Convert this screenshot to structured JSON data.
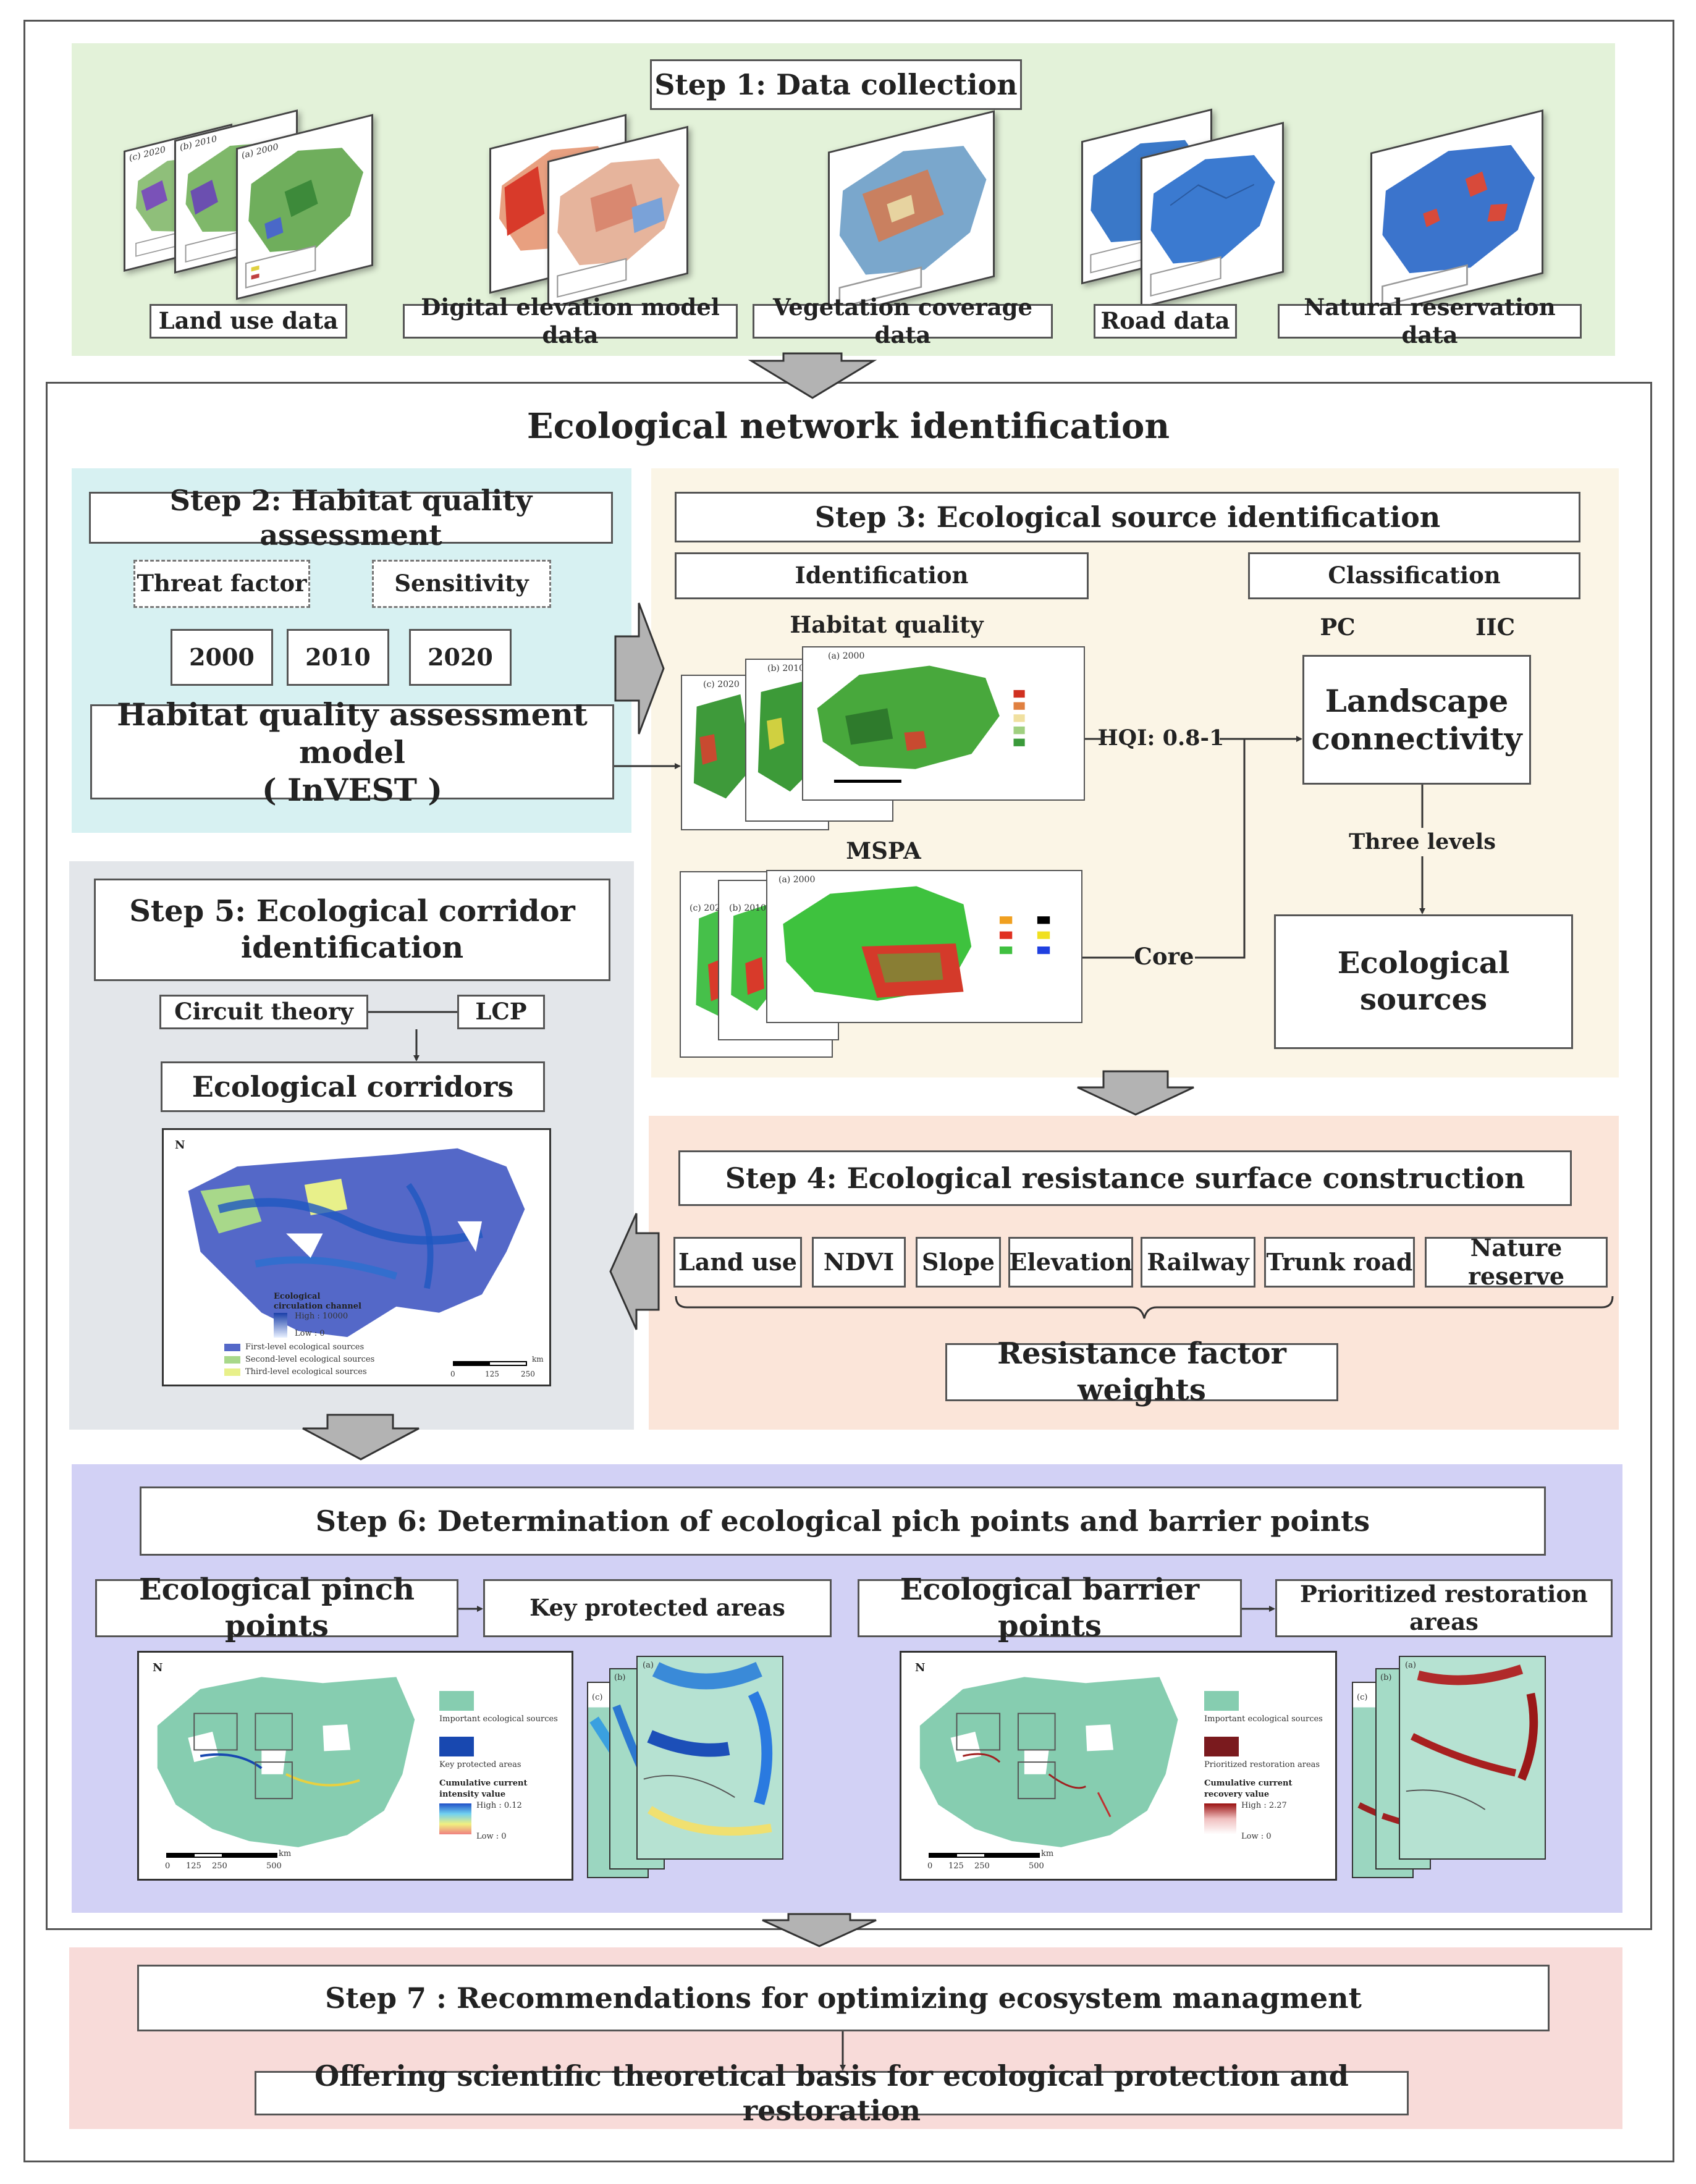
{
  "step1": {
    "title": "Step 1: Data collection",
    "items": [
      {
        "label": "Land use data",
        "map_labels": [
          "(c) 2020",
          "(b) 2010",
          "(a) 2000"
        ]
      },
      {
        "label": "Digital elevation model data"
      },
      {
        "label": "Vegetation coverage data"
      },
      {
        "label": "Road data"
      },
      {
        "label": "Natural reservation data"
      }
    ]
  },
  "network": {
    "title": "Ecological network identification"
  },
  "step2": {
    "title": "Step 2: Habitat quality assessment",
    "threat": "Threat factor",
    "sensitivity": "Sensitivity",
    "years": [
      "2000",
      "2010",
      "2020"
    ],
    "model_line1": "Habitat quality assessment model",
    "model_line2": "( InVEST )"
  },
  "step3": {
    "title": "Step 3: Ecological source identification",
    "identification": "Identification",
    "classification": "Classification",
    "habitat_quality": "Habitat quality",
    "hqi": "HQI: 0.8-1",
    "mspa": "MSPA",
    "core": "Core",
    "pc": "PC",
    "iic": "IIC",
    "landscape_line1": "Landscape",
    "landscape_line2": "connectivity",
    "three_levels": "Three levels",
    "eco_sources": "Ecological sources",
    "hq_map_labels": [
      "(c) 2020",
      "(b) 2010",
      "(a) 2000"
    ],
    "mspa_map_labels": [
      "(c) 2020",
      "(b) 2010",
      "(a) 2000"
    ]
  },
  "step4": {
    "title": "Step 4:  Ecological resistance surface construction",
    "factors": [
      "Land use",
      "NDVI",
      "Slope",
      "Elevation",
      "Railway",
      "Trunk road",
      "Nature reserve"
    ],
    "weights": "Resistance factor weights"
  },
  "step5": {
    "title_line1": "Step 5: Ecological corridor",
    "title_line2": "identification",
    "circuit": "Circuit theory",
    "lcp": "LCP",
    "corridors": "Ecological corridors",
    "map": {
      "north": "N",
      "legend_title_1": "Ecological",
      "legend_title_2": "circulation channel",
      "high": "High : 10000",
      "low": "Low : 0",
      "first": "First-level ecological sources",
      "second": "Second-level ecological sources",
      "third": "Third-level ecological sources",
      "scale_ticks": [
        "0",
        "125",
        "250"
      ],
      "scale_unit": "km"
    }
  },
  "step6": {
    "title": "Step 6: Determination of ecological pich points and barrier points",
    "pinch": "Ecological pinch points",
    "key_areas": "Key protected areas",
    "barrier": "Ecological barrier points",
    "restoration": "Prioritized restoration areas",
    "pinch_map": {
      "north": "N",
      "important": "Important ecological sources",
      "key": "Key protected areas",
      "cum_1": "Cumulative current",
      "cum_2": "intensity value",
      "high": "High : 0.12",
      "low": "Low : 0",
      "scale_ticks": [
        "0",
        "125",
        "250",
        "500"
      ],
      "scale_unit": "km",
      "inset_labels": [
        "(c)",
        "(b)",
        "(a)"
      ]
    },
    "barrier_map": {
      "north": "N",
      "important": "Important ecological sources",
      "restoration": "Prioritized restoration areas",
      "cum_1": "Cumulative current",
      "cum_2": "recovery value",
      "high": "High : 2.27",
      "low": "Low : 0",
      "scale_ticks": [
        "0",
        "125",
        "250",
        "500"
      ],
      "scale_unit": "km",
      "inset_labels": [
        "(c)",
        "(b)",
        "(a)"
      ]
    }
  },
  "step7": {
    "title": "Step 7 : Recommendations for optimizing ecosystem managment",
    "offering": "Offering scientific theoretical basis for ecological protection and restoration"
  }
}
